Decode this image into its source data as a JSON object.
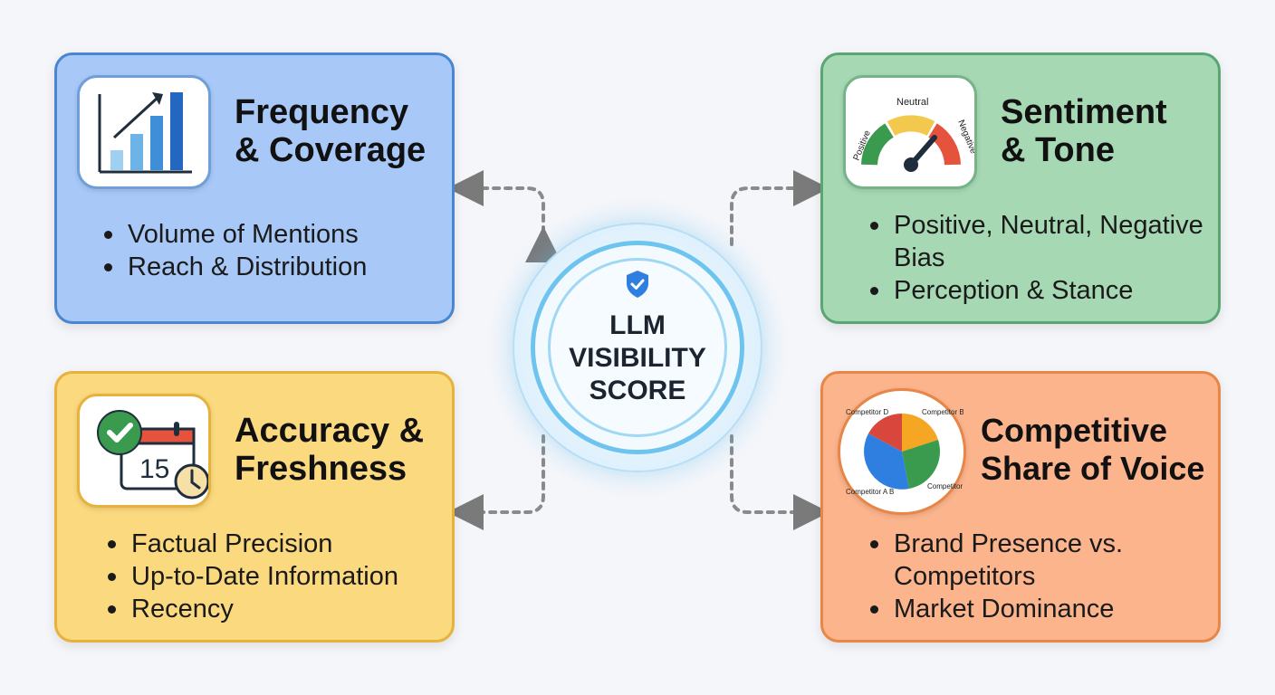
{
  "center": {
    "label": "LLM\nVISIBILITY\nSCORE",
    "icon": "shield-check-icon"
  },
  "cards": [
    {
      "id": "frequency",
      "title": "Frequency\n& Coverage",
      "icon": "bar-chart-growth-icon",
      "color": "#a8c8f8",
      "bullets": [
        "Volume of Mentions",
        "Reach & Distribution"
      ]
    },
    {
      "id": "sentiment",
      "title": "Sentiment\n& Tone",
      "icon": "sentiment-gauge-icon",
      "color": "#a7d8b4",
      "gauge_labels": [
        "Positive",
        "Neutral",
        "Negative"
      ],
      "bullets": [
        "Positive, Neutral, Negative Bias",
        "Perception & Stance"
      ]
    },
    {
      "id": "accuracy",
      "title": "Accuracy &\nFreshness",
      "icon": "calendar-check-clock-icon",
      "color": "#fbd97e",
      "calendar_day": "15",
      "bullets": [
        "Factual Precision",
        "Up-to-Date Information",
        "Recency"
      ]
    },
    {
      "id": "competitive",
      "title": "Competitive\nShare of Voice",
      "icon": "pie-chart-icon",
      "color": "#fbb48c",
      "pie_labels": [
        "Competitor D",
        "Competitor B",
        "Competitor A",
        "Competitor A B"
      ],
      "bullets": [
        "Brand Presence vs. Competitors",
        "Market Dominance"
      ]
    }
  ]
}
